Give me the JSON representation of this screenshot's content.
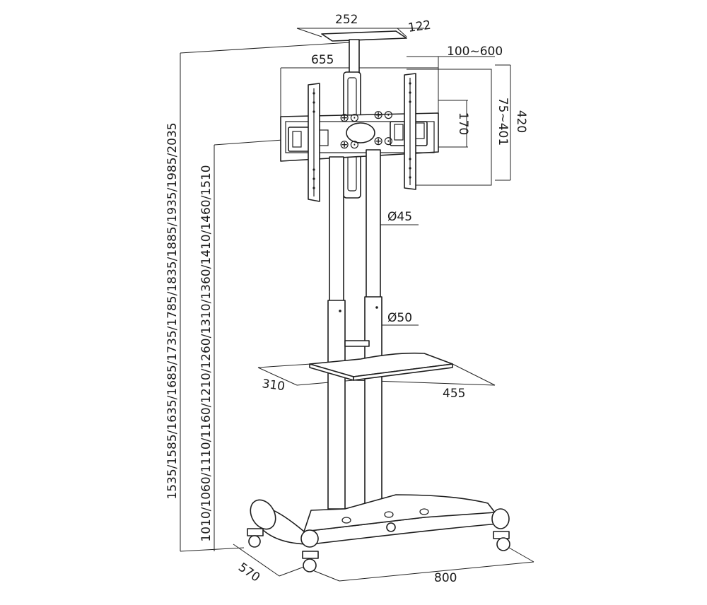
{
  "dimensions": {
    "top_bracket_width": "252",
    "top_bracket_depth": "122",
    "mount_width": "655",
    "vesa_horizontal": "100~600",
    "mount_height": "420",
    "vesa_vertical": "75~401",
    "plate_height": "170",
    "upper_tube_diameter": "Ø45",
    "lower_tube_diameter": "Ø50",
    "shelf_depth": "310",
    "shelf_width": "455",
    "total_height": "1535/1585/1635/1685/1735/1785/1835/1885/1935/1985/2035",
    "center_height": "1010/1060/1110/1160/1210/1260/1310/1360/1410/1460/1510",
    "base_depth": "570",
    "base_width": "800"
  },
  "colors": {
    "line": "#1e1e1e",
    "background": "#ffffff"
  }
}
